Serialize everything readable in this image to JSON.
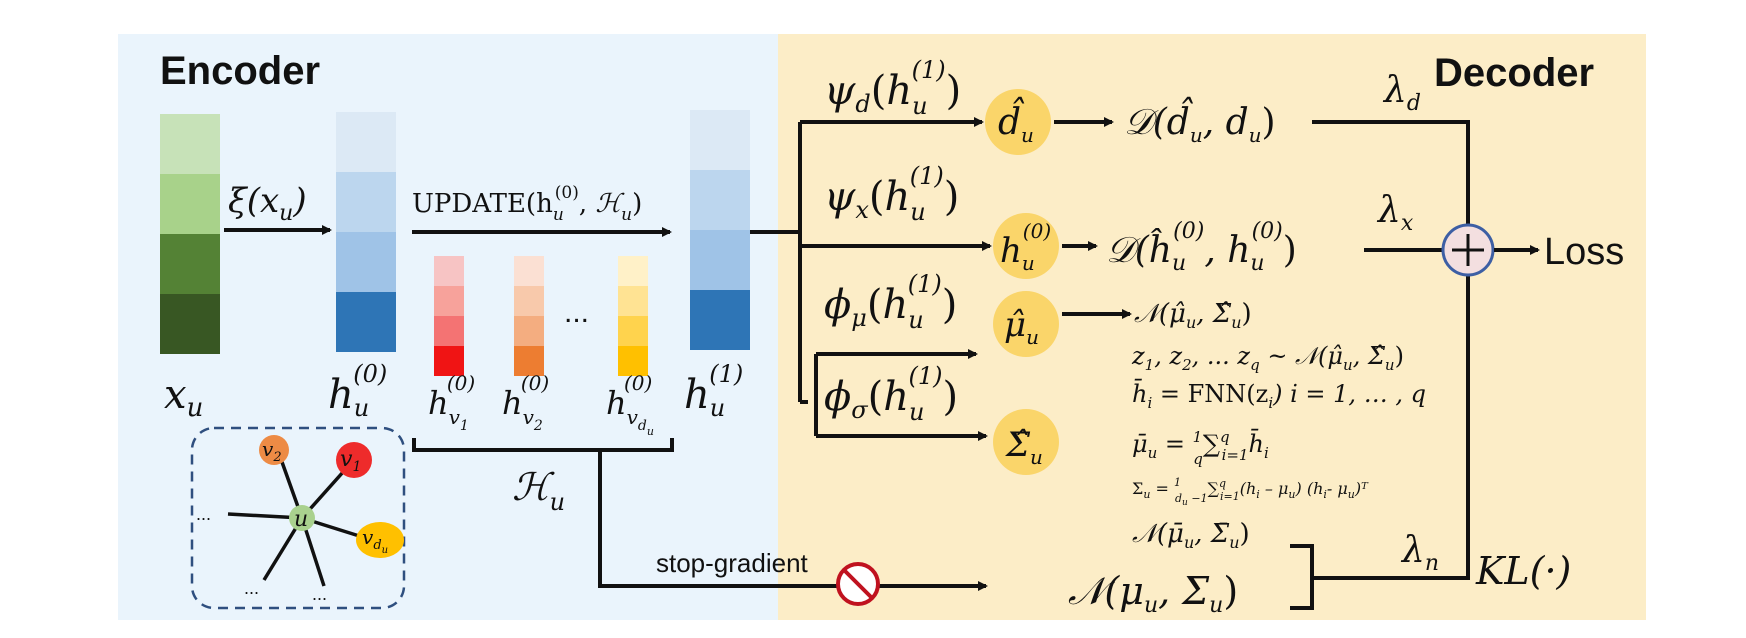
{
  "encoder": {
    "title": "Encoder",
    "xi_label": "ξ(x",
    "xi_sub": "u",
    "xi_close": ")",
    "x_label": "x",
    "x_sub": "u",
    "h0_label": "h",
    "h0_sub": "u",
    "h0_sup": "(0)",
    "update_text": "UPDATE(h",
    "update_sub": "u",
    "update_sup": "(0)",
    "update_rest": ", ",
    "update_H": "ℋ",
    "update_Hsub": "u",
    "update_close": ")",
    "neighbor_1": {
      "main": "h",
      "sup": "(0)",
      "sub": "v",
      "subsub": "1"
    },
    "neighbor_2": {
      "main": "h",
      "sup": "(0)",
      "sub": "v",
      "subsub": "2"
    },
    "neighbor_d": {
      "main": "h",
      "sup": "(0)",
      "sub": "v",
      "subsub": "d"
    },
    "neighbor_d_subsub": "u",
    "ellipsis": "...",
    "h1_label": "h",
    "h1_sub": "u",
    "h1_sup": "(1)",
    "H_label": "ℋ",
    "H_sub": "u",
    "graph": {
      "center": "u",
      "v1": "v",
      "v1_sub": "1",
      "v2": "v",
      "v2_sub": "2",
      "vd": "v",
      "vd_sub": "d",
      "vd_subsub": "u",
      "ellipsis": "..."
    },
    "stop_gradient": "stop-gradient"
  },
  "decoder": {
    "title": "Decoder",
    "psi_d": {
      "fn": "ψ",
      "fn_sub": "d",
      "arg": "h",
      "arg_sup": "(1)",
      "arg_sub": "u"
    },
    "psi_x": {
      "fn": "ψ",
      "fn_sub": "x",
      "arg": "h",
      "arg_sup": "(1)",
      "arg_sub": "u"
    },
    "phi_mu": {
      "fn": "ϕ",
      "fn_sub": "μ",
      "arg": "h",
      "arg_sup": "(1)",
      "arg_sub": "u"
    },
    "phi_sigma": {
      "fn": "ϕ",
      "fn_sub": "σ",
      "arg": "h",
      "arg_sup": "(1)",
      "arg_sub": "u"
    },
    "node_d": {
      "main": "d̂",
      "sub": "u"
    },
    "node_h": {
      "main": "h",
      "sup": "(0)",
      "sub": "u"
    },
    "node_mu": {
      "main": "μ̂",
      "sub": "u"
    },
    "node_sigma": {
      "main": "Σ̂",
      "sub": "u"
    },
    "loss_d": "𝒟(d̂",
    "loss_d_rest": ", d",
    "loss_d_sub": "u",
    "loss_h": "𝒟(ĥ",
    "loss_h_mid": ", h",
    "loss_h_sup": "(0)",
    "loss_h_sub": "u",
    "normal_hat": "𝒩(μ̂",
    "normal_hat_mid": ", Σ̂",
    "normal_hat_sub": "u",
    "sample_line": "z",
    "sample_rest": ", z",
    "sample_tail": ", ... z",
    "sample_q": "q",
    "sample_sim": " ~ 𝒩(μ̂",
    "sample_sigma": ", Σ̂",
    "fnn_line": "h̄",
    "fnn_i": "i",
    "fnn_eq": " = FNN(z",
    "fnn_rest": ") i = 1, … , q",
    "mean_line": "μ̄",
    "mean_sub": "u",
    "mean_eq": " = ",
    "mean_frac_num": "1",
    "mean_frac_den": "q",
    "mean_sum": "∑",
    "mean_sum_sup": "q",
    "mean_sum_sub": "i=1",
    "mean_tail": "h̄",
    "mean_tail_sub": "i",
    "cov_line": "Σ",
    "cov_sub": "u",
    "cov_eq": " = ",
    "cov_frac_num": "1",
    "cov_frac_den": "d",
    "cov_frac_den_sub": "u",
    "cov_frac_den_rest": " −1",
    "cov_sum": "∑",
    "cov_sum_sup": "q",
    "cov_sum_sub": "i=1",
    "cov_tail": "(h",
    "cov_tail_i": "i",
    "cov_tail_mu": " – μ",
    "cov_tail_mu_sub": "u",
    "cov_tail_2": ") (h",
    "cov_tail_2_i": "i",
    "cov_tail_2_mu": "- μ",
    "cov_tail_2_mu_sub": "u",
    "cov_tail_end": ")ᵀ",
    "normal_bar": "𝒩(μ̄",
    "normal_bar_mid": ", Σ̄",
    "normal_bar_sub": "u",
    "normal_true": "𝒩(μ",
    "normal_true_mid": ", Σ",
    "normal_true_sub": "u",
    "lambda_d": "λ",
    "lambda_d_sub": "d",
    "lambda_x": "λ",
    "lambda_x_sub": "x",
    "lambda_n": "λ",
    "lambda_n_sub": "n",
    "kl": "KL(·)",
    "plus": "+",
    "loss": "Loss"
  },
  "colors": {
    "encoder_bg": "#eaf4fc",
    "decoder_bg": "#fcedc7",
    "node_fill": "#fad56a",
    "plus_ring": "#3d5fa4",
    "plus_fill": "#f3dfe0",
    "stop_red": "#c0121f"
  }
}
